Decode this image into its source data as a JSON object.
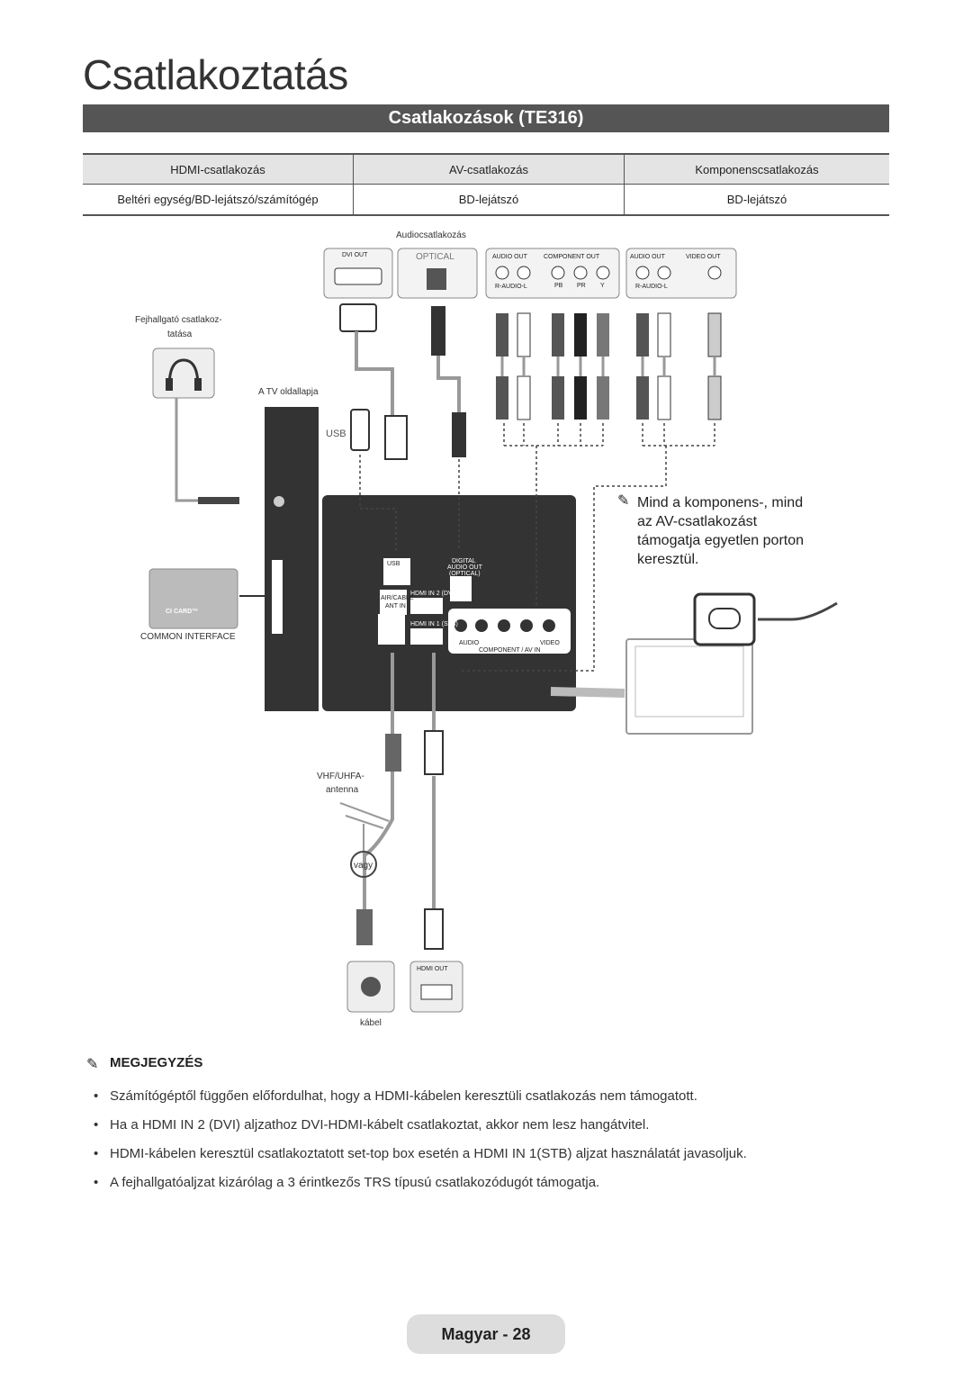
{
  "page_title": "Csatlakoztatás",
  "section_title": "Csatlakozások (TE316)",
  "table": {
    "headers": [
      "HDMI-csatlakozás",
      "AV-csatlakozás",
      "Komponenscsatlakozás"
    ],
    "row": [
      "Beltéri egység/BD-lejátszó/számítógép",
      "BD-lejátszó",
      "BD-lejátszó"
    ]
  },
  "diagram": {
    "audio_label": "Audiocsatlakozás",
    "dvi_out": "DVI OUT",
    "optical": "OPTICAL",
    "audio_out": "AUDIO OUT",
    "component_out": "COMPONENT OUT",
    "video_out": "VIDEO OUT",
    "r_audio_l": "R-AUDIO-L",
    "pb": "PB",
    "pr": "PR",
    "y": "Y",
    "headphone_label_1": "Fejhallgató csatlakoz-",
    "headphone_label_2": "tatása",
    "tv_side": "A TV oldallapja",
    "usb": "USB",
    "ci_card": "CI CARD™",
    "common_interface": "COMMON INTERFACE",
    "usb_port": "USB",
    "digital_audio_out_1": "DIGITAL",
    "digital_audio_out_2": "AUDIO OUT",
    "digital_audio_out_3": "(OPTICAL)",
    "air_cable": "AIR/CABLE",
    "ant_in": "ANT IN",
    "hdmi_in_2": "HDMI IN 2 (DVI)",
    "hdmi_in_1": "HDMI IN 1 (STB)",
    "component_av_in": "COMPONENT / AV IN",
    "audio_port": "AUDIO",
    "video_port": "VIDEO",
    "antenna_1": "VHF/UHFA-",
    "antenna_2": "antenna",
    "vagy": "vagy",
    "hdmi_out": "HDMI OUT",
    "kabel": "kábel"
  },
  "side_note": "Mind a komponens-, mind az AV-csatlakozást támogatja egyetlen porton keresztül.",
  "notes_heading": "MEGJEGYZÉS",
  "notes": [
    "Számítógéptől függően előfordulhat, hogy a HDMI-kábelen keresztüli csatlakozás nem támogatott.",
    "Ha a HDMI IN 2 (DVI) aljzathoz DVI-HDMI-kábelt csatlakoztat, akkor nem lesz hangátvitel.",
    "HDMI-kábelen keresztül csatlakoztatott set-top box esetén a HDMI IN 1(STB) aljzat használatát javasoljuk.",
    "A fejhallgatóaljzat kizárólag a 3 érintkezős TRS típusú csatlakozódugót támogatja."
  ],
  "footer": "Magyar - 28",
  "colors": {
    "bar": "#555555",
    "panel": "#333333",
    "cable": "#999999"
  }
}
